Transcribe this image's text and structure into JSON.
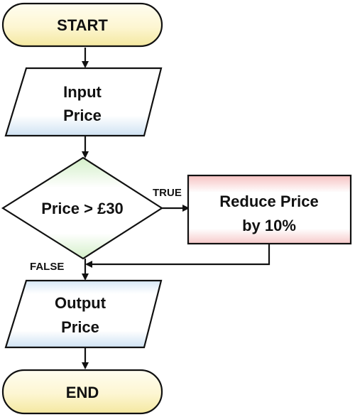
{
  "diagram": {
    "start": {
      "label": "START"
    },
    "input": {
      "line1": "Input",
      "line2": "Price"
    },
    "decision": {
      "label": "Price > £30"
    },
    "process": {
      "line1": "Reduce Price",
      "line2": "by 10%"
    },
    "output": {
      "line1": "Output",
      "line2": "Price"
    },
    "end": {
      "label": "END"
    },
    "edges": {
      "true_label": "TRUE",
      "false_label": "FALSE"
    }
  },
  "colors": {
    "outline": "#111111",
    "terminal_fill": "#fdf7d6",
    "terminal_tint": "#f3e9a6",
    "io_tint": "#cfe2f3",
    "decision_tint": "#d8f2cf",
    "process_tint": "#f6c9c9"
  }
}
